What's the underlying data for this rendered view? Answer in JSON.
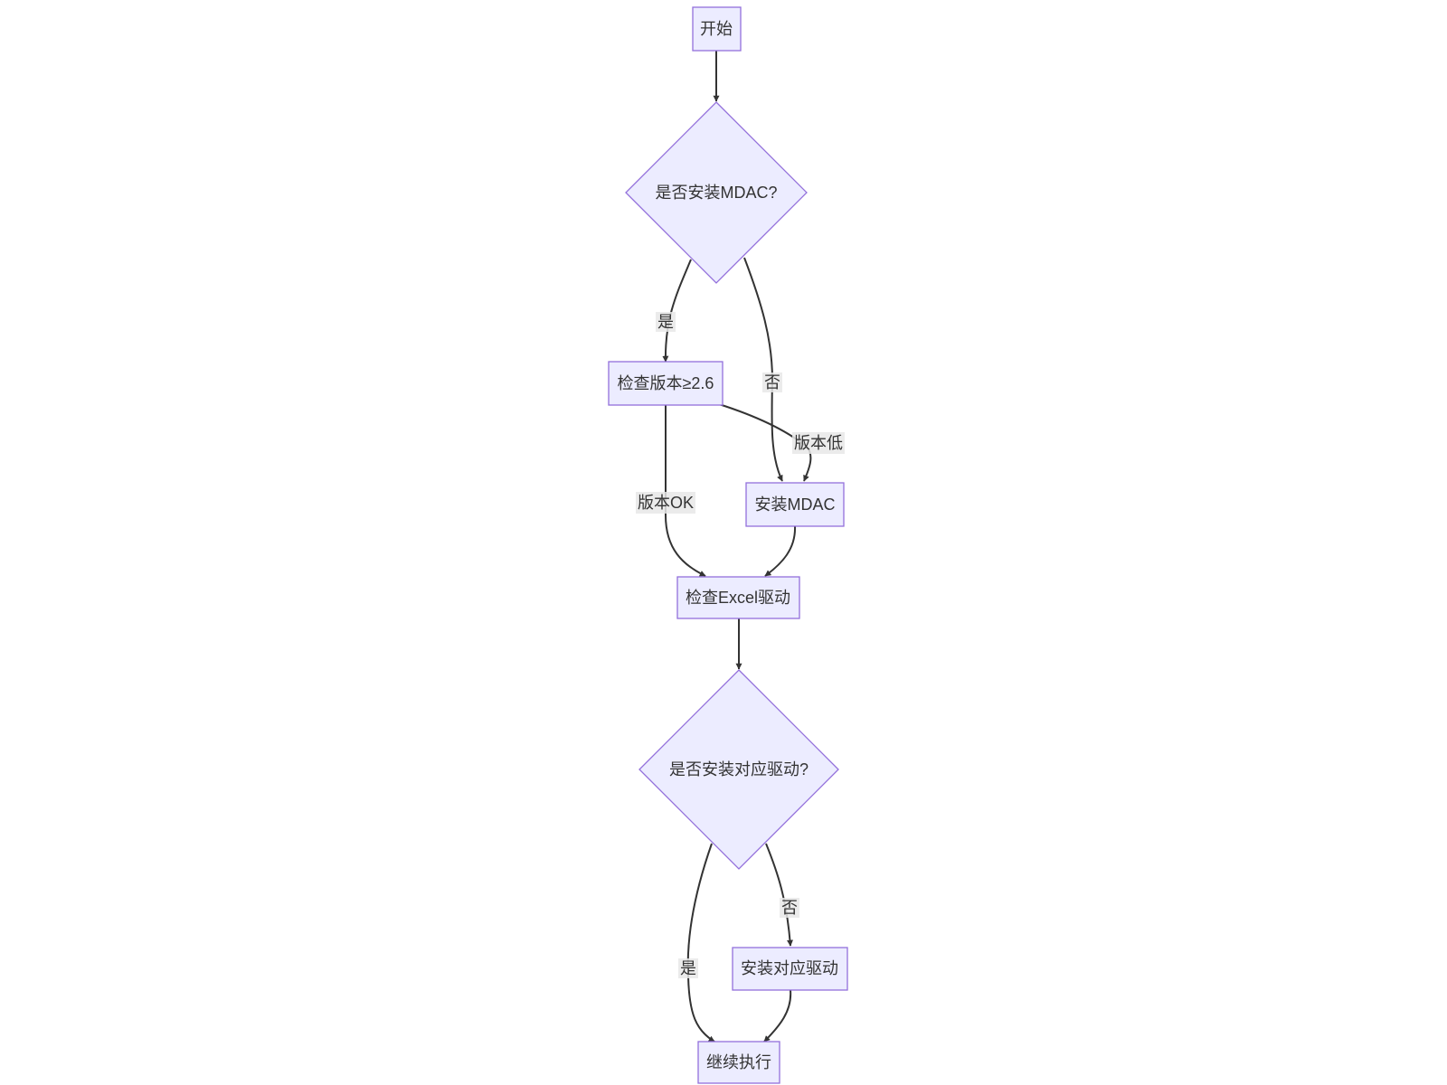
{
  "diagram": {
    "type": "flowchart",
    "colors": {
      "node_fill": "#ECECFF",
      "node_stroke": "#9370DB",
      "edge": "#333333",
      "text": "#333333",
      "edge_label_bg": "#E8E8E8"
    },
    "nodes": {
      "start": {
        "label": "开始",
        "shape": "rect"
      },
      "q_mdac": {
        "label": "是否安装MDAC?",
        "shape": "diamond"
      },
      "check_version": {
        "label": "检查版本≥2.6",
        "shape": "rect"
      },
      "install_mdac": {
        "label": "安装MDAC",
        "shape": "rect"
      },
      "check_excel": {
        "label": "检查Excel驱动",
        "shape": "rect"
      },
      "q_driver": {
        "label": "是否安装对应驱动?",
        "shape": "diamond"
      },
      "install_driver": {
        "label": "安装对应驱动",
        "shape": "rect"
      },
      "continue": {
        "label": "继续执行",
        "shape": "rect"
      }
    },
    "edges": {
      "start_to_q_mdac": {
        "from": "开始",
        "to": "是否安装MDAC?",
        "label": ""
      },
      "q_mdac_yes": {
        "from": "是否安装MDAC?",
        "to": "检查版本≥2.6",
        "label": "是"
      },
      "q_mdac_no": {
        "from": "是否安装MDAC?",
        "to": "安装MDAC",
        "label": "否"
      },
      "version_low": {
        "from": "检查版本≥2.6",
        "to": "安装MDAC",
        "label": "版本低"
      },
      "version_ok": {
        "from": "检查版本≥2.6",
        "to": "检查Excel驱动",
        "label": "版本OK"
      },
      "install_mdac_to_excel": {
        "from": "安装MDAC",
        "to": "检查Excel驱动",
        "label": ""
      },
      "excel_to_q_driver": {
        "from": "检查Excel驱动",
        "to": "是否安装对应驱动?",
        "label": ""
      },
      "q_driver_yes": {
        "from": "是否安装对应驱动?",
        "to": "继续执行",
        "label": "是"
      },
      "q_driver_no": {
        "from": "是否安装对应驱动?",
        "to": "安装对应驱动",
        "label": "否"
      },
      "install_driver_to_continue": {
        "from": "安装对应驱动",
        "to": "继续执行",
        "label": ""
      }
    }
  }
}
